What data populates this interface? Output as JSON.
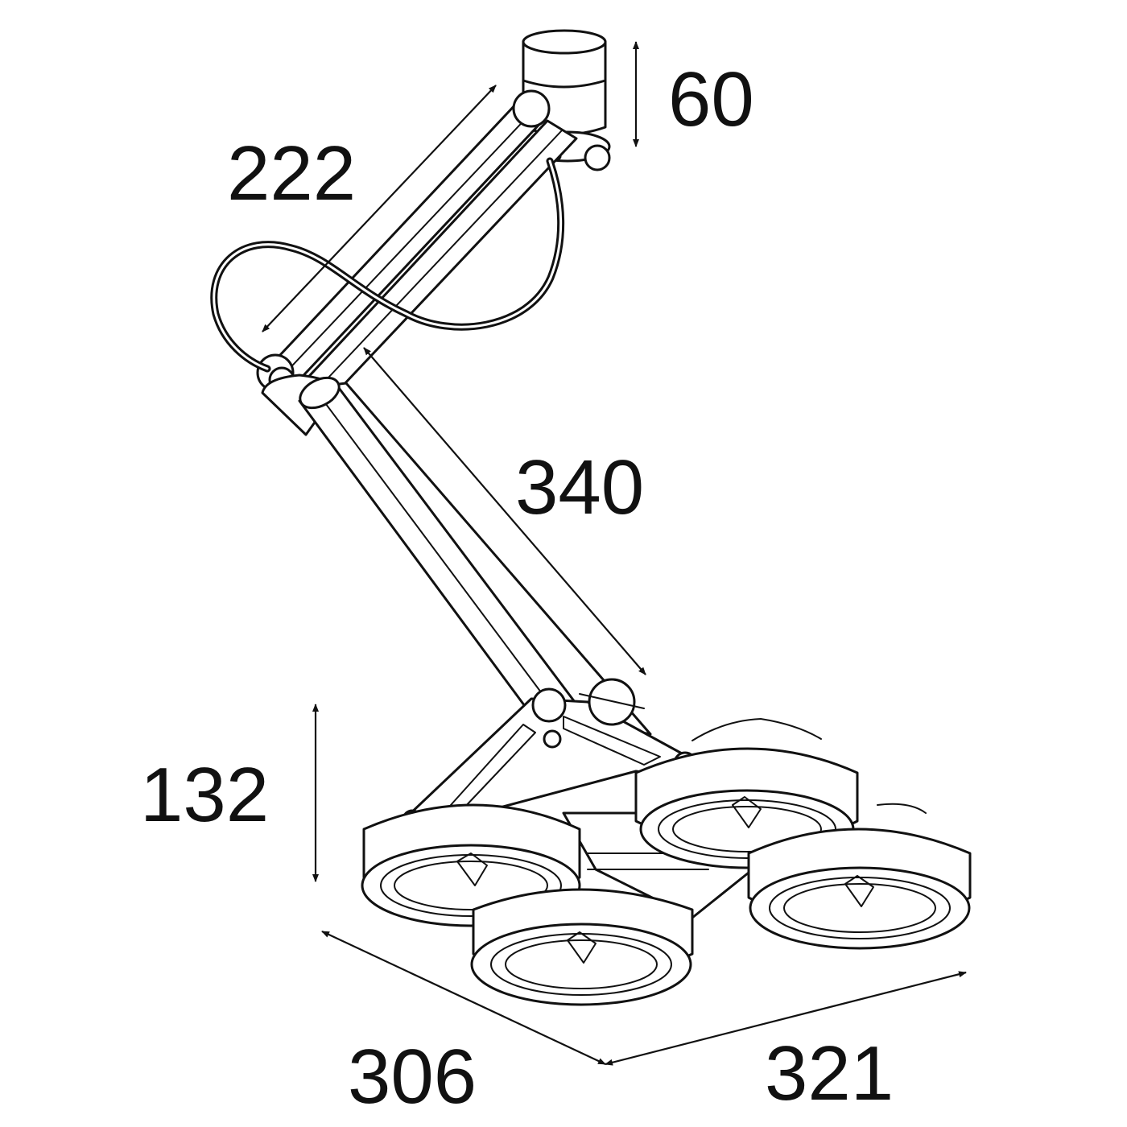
{
  "dimensions": {
    "mount_height": "60",
    "upper_arm_length": "222",
    "lower_arm_length": "340",
    "head_height": "132",
    "head_depth": "306",
    "head_width": "321"
  },
  "colors": {
    "line": "#111111",
    "background": "#ffffff"
  }
}
